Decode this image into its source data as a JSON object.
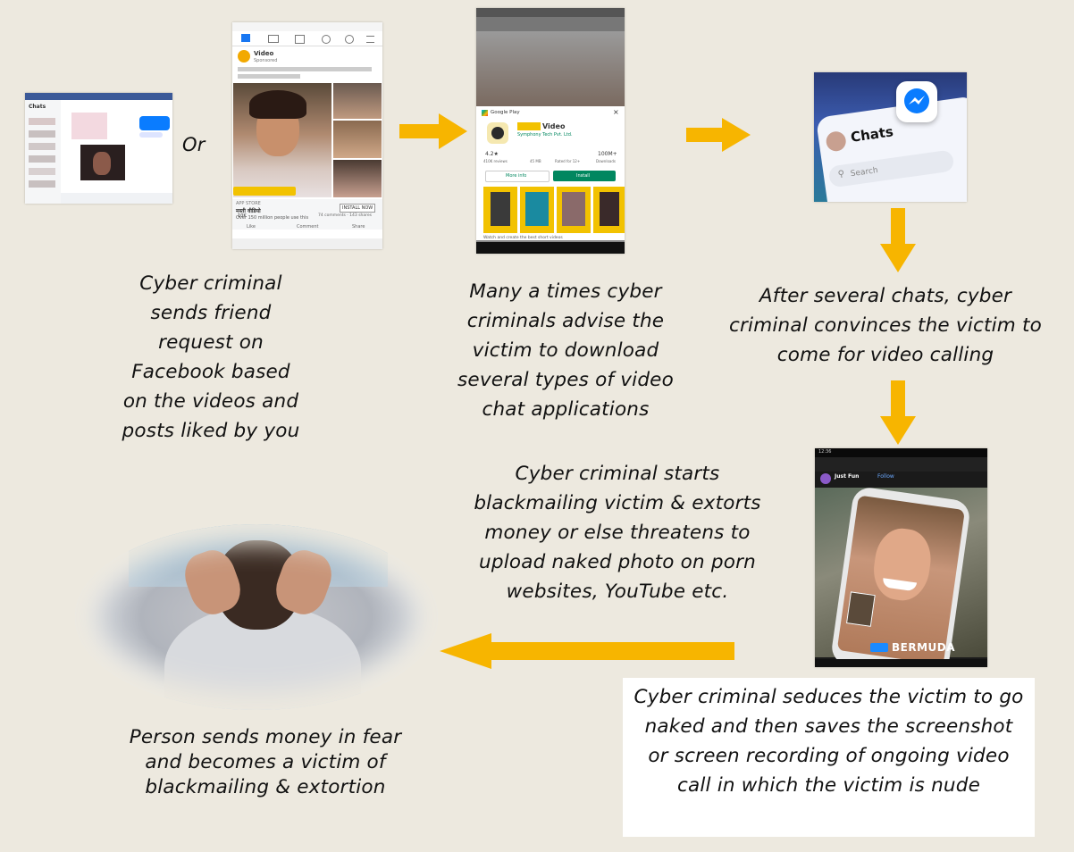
{
  "or_label": "Or",
  "captions": {
    "step1": "Cyber criminal sends friend request on Facebook based on the videos and posts liked by you",
    "step2": "Many a times cyber criminals advise the victim to download several types of video chat applications",
    "step3": "After several chats, cyber criminal convinces the victim to come for video calling",
    "step4": "Cyber criminal seduces the victim to go naked and then saves the screenshot or screen recording of ongoing video call in which the victim is nude",
    "step5": "Cyber criminal starts blackmailing victim & extorts money or else threatens to upload naked photo on porn websites, YouTube etc.",
    "step6": "Person sends money in fear and becomes a victim of blackmailing & extortion"
  },
  "screens": {
    "messenger_pc": {
      "header": "Chats"
    },
    "facebook_ad": {
      "page_name": "Video",
      "sponsored": "Sponsored",
      "store_label": "APP STORE",
      "app_name": "मस्ती वीडियो",
      "people_text": "Over 150 million people use this",
      "install": "INSTALL NOW",
      "likes": "10K",
      "comments_shares": "74 comments · 143 shares",
      "like": "Like",
      "comment": "Comment",
      "share": "Share"
    },
    "play_store": {
      "store": "Google Play",
      "app_name": "Video",
      "developer": "Symphony Tech Pvt. Ltd.",
      "rating": "4.2★",
      "reviews": "410K reviews",
      "size": "45 MB",
      "rated": "Rated for 12+",
      "downloads": "100M+",
      "downloads_label": "Downloads",
      "more_info": "More info",
      "install": "Install",
      "tagline": "Watch and create the best short videos"
    },
    "messenger_app": {
      "chats": "Chats",
      "search": "Search"
    },
    "video_call": {
      "user": "Just Fun",
      "follow": "Follow",
      "time": "12:36",
      "brand": "BERMUDA"
    }
  },
  "colors": {
    "background": "#ede9df",
    "arrow": "#f7b500",
    "facebook_blue": "#3b5998",
    "play_green": "#01875f",
    "messenger_blue": "#0a7cff"
  }
}
